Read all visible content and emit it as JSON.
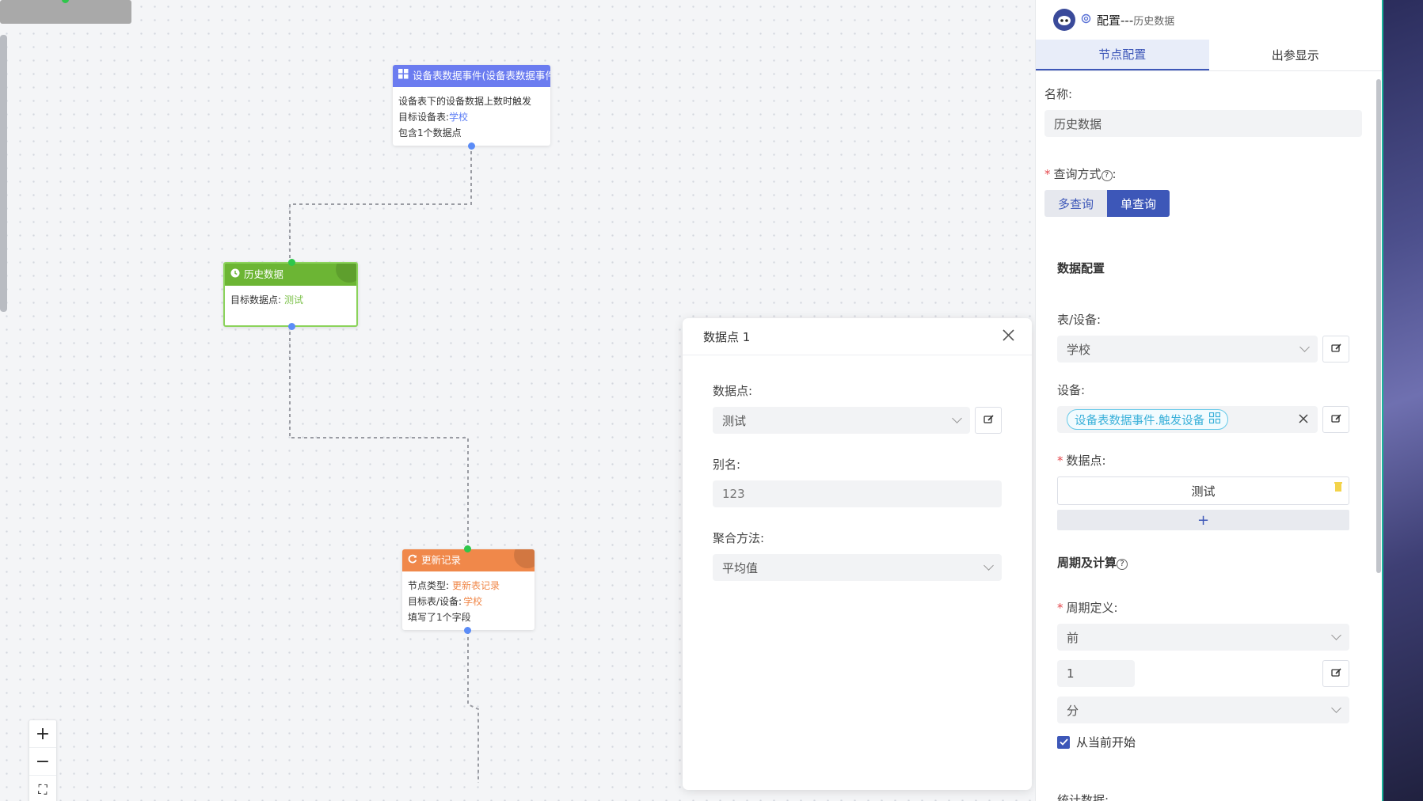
{
  "canvas": {
    "nodes": {
      "event": {
        "title": "设备表数据事件(设备表数据事件)",
        "line1": "设备表下的设备数据上数时触发",
        "line2_label": "目标设备表:",
        "line2_value": "学校",
        "line3": "包含1个数据点"
      },
      "history": {
        "title": "历史数据",
        "line1_label": "目标数据点:",
        "line1_value": "测试"
      },
      "update": {
        "title": "更新记录",
        "line1_label": "节点类型:",
        "line1_value": "更新表记录",
        "line2_label": "目标表/设备:",
        "line2_value": "学校",
        "line3": "填写了1个字段"
      }
    },
    "zoom": {
      "in": "+",
      "out": "−",
      "fit": "⛶"
    }
  },
  "dialog": {
    "title": "数据点 1",
    "datapoint_label": "数据点:",
    "datapoint_value": "测试",
    "alias_label": "别名:",
    "alias_value": "123",
    "agg_label": "聚合方法:",
    "agg_value": "平均值"
  },
  "panel": {
    "title_main": "配置---",
    "title_sub": "历史数据",
    "tabs": [
      "节点配置",
      "出参显示"
    ],
    "name_label": "名称:",
    "name_value": "历史数据",
    "query_label": "查询方式",
    "query_options": [
      "多查询",
      "单查询"
    ],
    "data_config": "数据配置",
    "table_label": "表/设备:",
    "table_value": "学校",
    "device_label": "设备:",
    "device_tag": "设备表数据事件.触发设备",
    "dp_label": "数据点:",
    "dp_value": "测试",
    "add": "+",
    "period_title": "周期及计算",
    "period_label": "周期定义:",
    "period_dir": "前",
    "period_num": "1",
    "period_unit": "分",
    "from_now": "从当前开始",
    "stat_label": "统计数据:"
  },
  "colors": {
    "event": "#6b7cf0",
    "history": "#6cb534",
    "update": "#f0884a",
    "primary": "#3d57b8"
  }
}
